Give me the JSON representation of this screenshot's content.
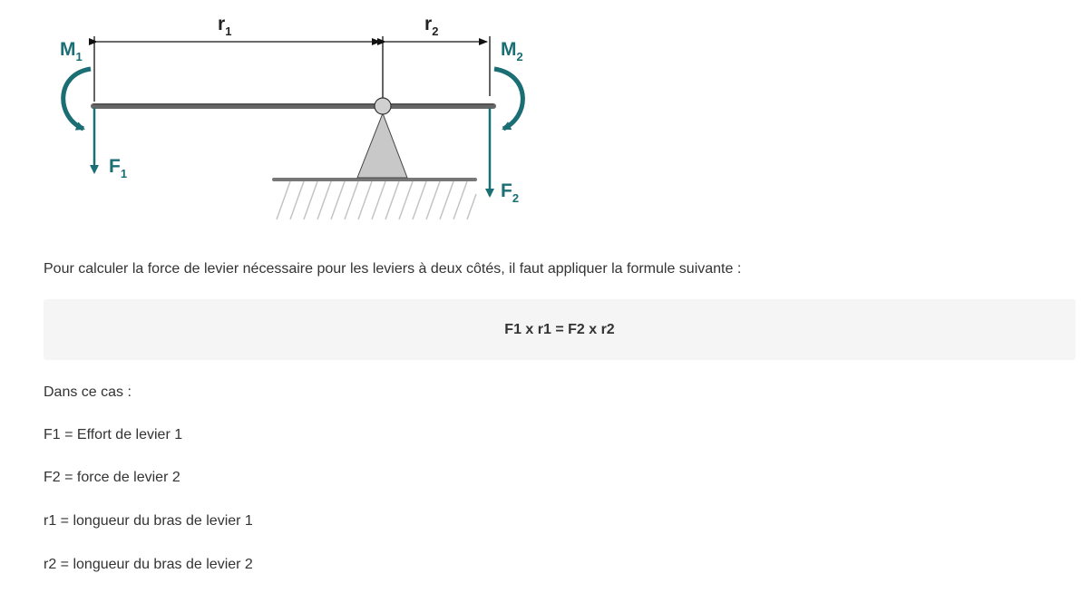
{
  "diagram": {
    "labels": {
      "r1": {
        "main": "r",
        "sub": "1"
      },
      "r2": {
        "main": "r",
        "sub": "2"
      },
      "M1": {
        "main": "M",
        "sub": "1"
      },
      "M2": {
        "main": "M",
        "sub": "2"
      },
      "F1": {
        "main": "F",
        "sub": "1"
      },
      "F2": {
        "main": "F",
        "sub": "2"
      }
    },
    "colors": {
      "accent": "#1a6e74",
      "beam": "#666666",
      "support": "#c8c8c8",
      "hatch": "#bdbdbd"
    }
  },
  "content": {
    "intro": "Pour calculer la force de levier nécessaire pour les leviers à deux côtés, il faut appliquer la formule suivante :",
    "formula": "F1 x r1 = F2 x r2",
    "case_heading": "Dans ce cas :",
    "definitions": [
      "F1 = Effort de levier 1",
      "F2 = force de levier 2",
      "r1 = longueur du bras de levier 1",
      "r2 = longueur du bras de levier 2"
    ]
  }
}
